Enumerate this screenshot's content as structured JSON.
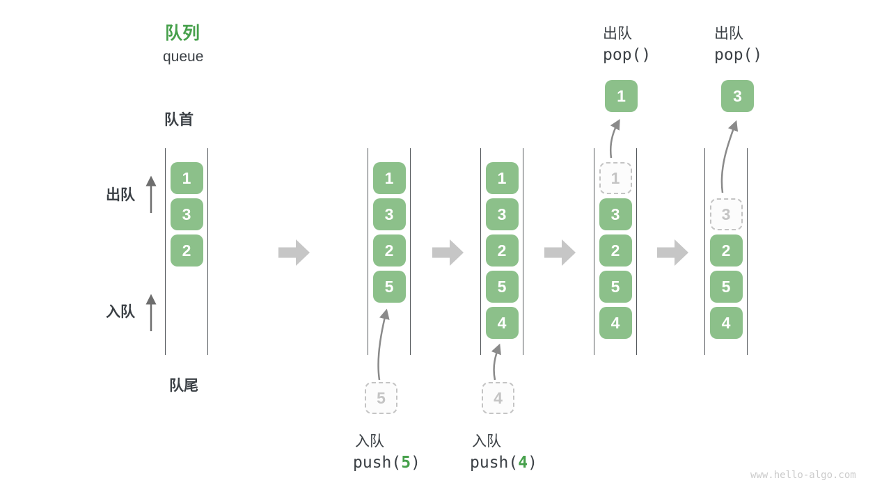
{
  "title": {
    "zh": "队列",
    "en": "queue"
  },
  "labels": {
    "front": "队首",
    "rear": "队尾",
    "dequeue_side": "出队",
    "enqueue_side": "入队"
  },
  "ops": {
    "push5": {
      "zh": "入队",
      "fn": "push(",
      "arg": "5",
      "close": ")"
    },
    "push4": {
      "zh": "入队",
      "fn": "push(",
      "arg": "4",
      "close": ")"
    },
    "pop1": {
      "zh": "出队",
      "code": "pop()"
    },
    "pop2": {
      "zh": "出队",
      "code": "pop()"
    }
  },
  "columns": [
    {
      "cells": [
        "1",
        "3",
        "2"
      ]
    },
    {
      "cells": [
        "1",
        "3",
        "2",
        "5"
      ],
      "incoming": "5"
    },
    {
      "cells": [
        "1",
        "3",
        "2",
        "5",
        "4"
      ],
      "incoming": "4"
    },
    {
      "ghost": "1",
      "cells": [
        "3",
        "2",
        "5",
        "4"
      ],
      "popped": "1"
    },
    {
      "ghost": "3",
      "cells": [
        "2",
        "5",
        "4"
      ],
      "popped": "3"
    }
  ],
  "watermark": "www.hello-algo.com",
  "colors": {
    "box_green": "#8CC08A",
    "accent_green": "#46A04B",
    "text_dark": "#3B4045",
    "ghost_gray": "#C4C4C4",
    "line_dark": "#53575B",
    "arrow_gray": "#8A8A8A",
    "block_arrow_gray": "#C6C6C6",
    "watermark_gray": "#CBCBCB"
  }
}
